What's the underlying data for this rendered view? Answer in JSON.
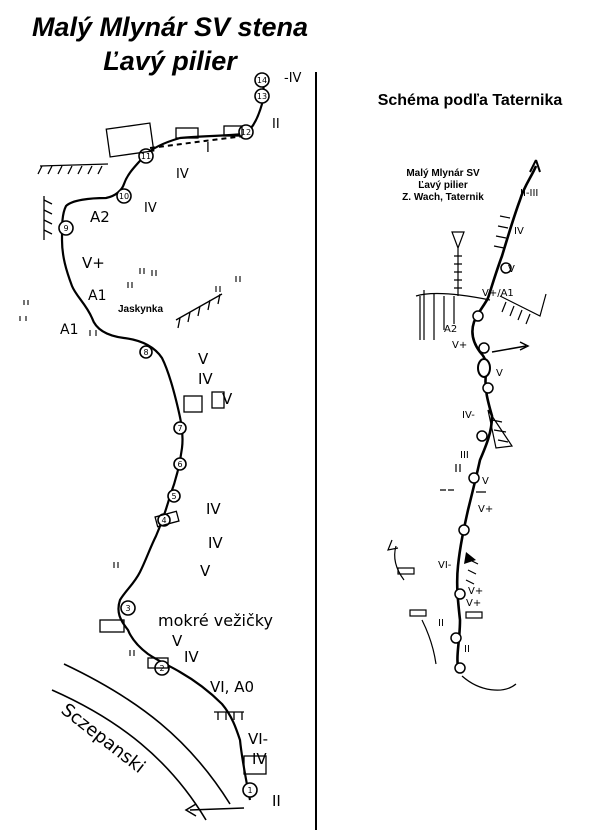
{
  "title": {
    "line1": "Malý Mlynár SV stena",
    "line2": "Ľavý pilier"
  },
  "right_heading": "Schéma podľa Taternika",
  "inset_caption": {
    "line1": "Malý Mlynár SV",
    "line2": "Ľavý pilier",
    "line3": "Z. Wach, Taternik"
  },
  "left_topo": {
    "cave_label": "Jaskynka",
    "wet_towers_label": "mokré vežičky",
    "approach_label": "Sczepanski",
    "grades": [
      "-IV",
      "II",
      "I",
      "IV",
      "IV",
      "A2",
      "V+",
      "A1",
      "A1",
      "V",
      "IV",
      "V",
      "IV",
      "IV",
      "V",
      "V",
      "IV",
      "VI, A0",
      "VI-",
      "IV",
      "II"
    ],
    "belays": [
      "1",
      "2",
      "3",
      "4",
      "5",
      "6",
      "7",
      "8",
      "9",
      "10",
      "11",
      "12",
      "13",
      "14"
    ]
  },
  "right_topo": {
    "grades": [
      "II-III",
      "IV",
      "V",
      "V+/A1",
      "A2",
      "V+",
      "V",
      "IV-",
      "III",
      "V",
      "V+",
      "VI-",
      "V+",
      "V+",
      "II",
      "II"
    ]
  }
}
